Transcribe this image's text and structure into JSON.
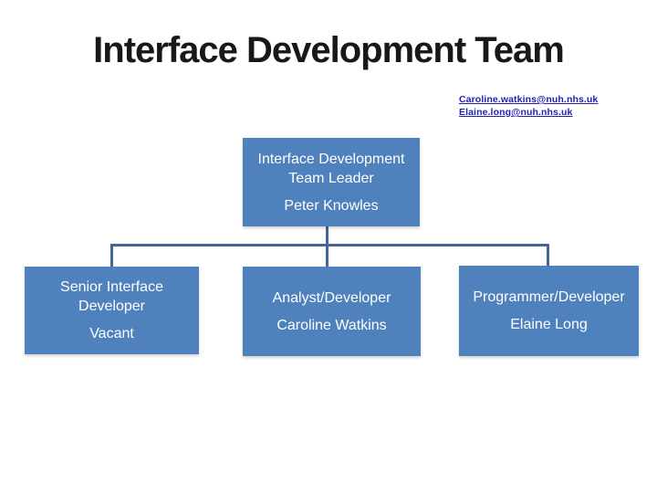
{
  "slide": {
    "title": "Interface Development Team"
  },
  "contact_links": [
    "Caroline.watkins@nuh.nhs.uk",
    "Elaine.long@nuh.nhs.uk"
  ],
  "org_chart": {
    "type": "organization-chart",
    "root": {
      "role": "Interface Development Team Leader",
      "name": "Peter Knowles"
    },
    "children": [
      {
        "role": "Senior Interface Developer",
        "name": "Vacant"
      },
      {
        "role": "Analyst/Developer",
        "name": "Caroline Watkins"
      },
      {
        "role": "Programmer/Developer",
        "name": "Elaine Long"
      }
    ]
  },
  "colors": {
    "box_fill": "#4F81BD",
    "connector_line": "#44679B",
    "box_text": "#FFFFFF",
    "title_text": "#181818",
    "link_text": "#2222B0",
    "background": "#FFFFFF"
  }
}
